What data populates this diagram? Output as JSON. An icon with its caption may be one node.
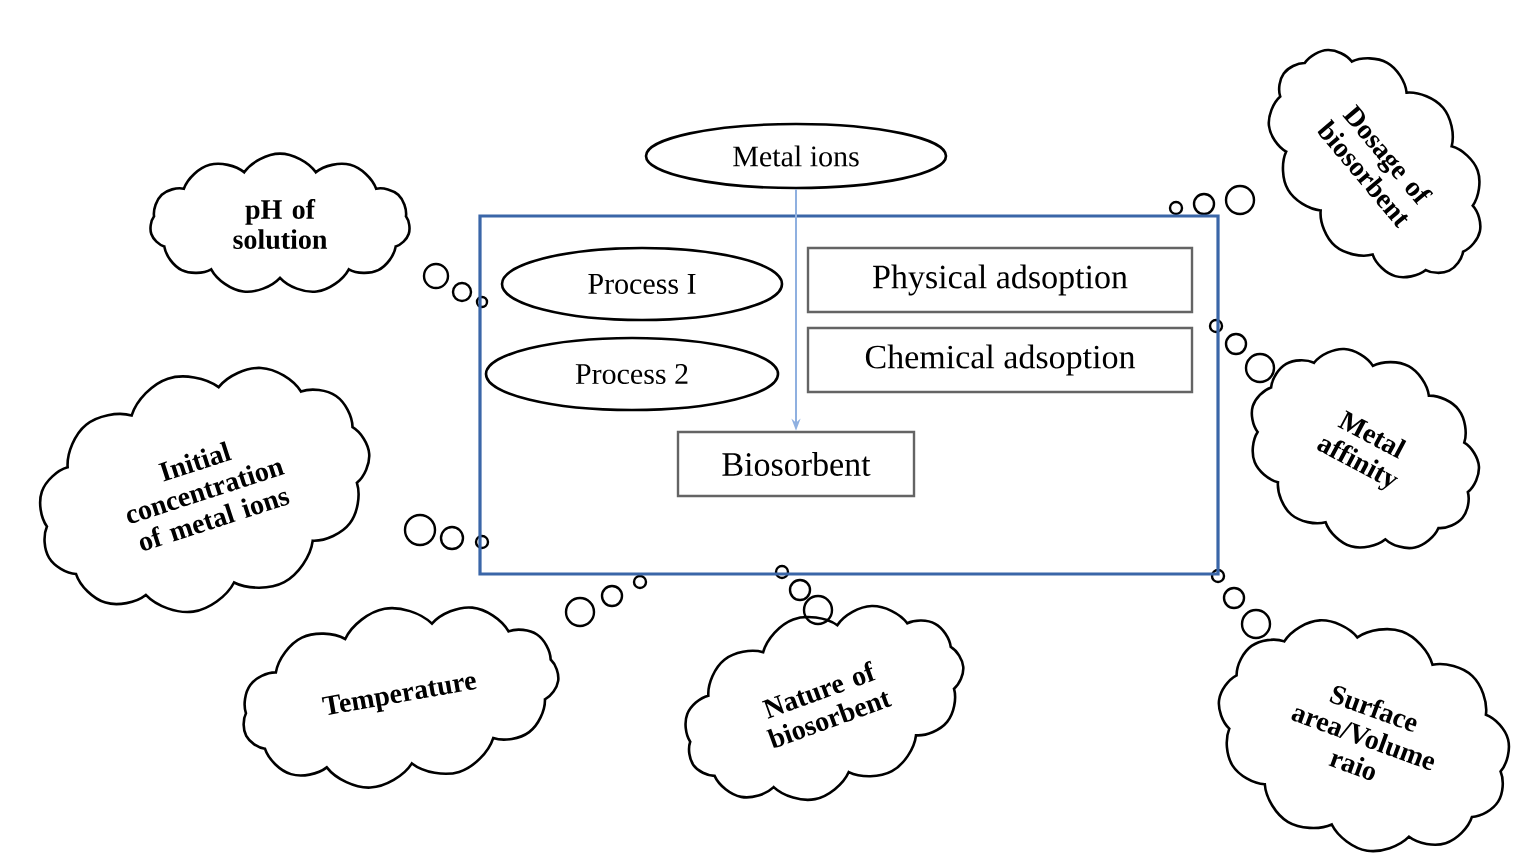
{
  "diagram": {
    "nodes": [
      {
        "text": [
          "Metal ions"
        ]
      },
      {
        "text": [],
        "shape": "box"
      },
      {
        "text": [
          "Process I"
        ],
        "in": 1
      },
      {
        "text": [
          "Process 2"
        ],
        "in": 1
      },
      {
        "text": [
          "Physical adsoption"
        ],
        "in": 1
      },
      {
        "text": [
          "Chemical adsoption"
        ],
        "in": 1
      },
      {
        "text": [
          "Biosorbent"
        ],
        "in": 1
      },
      {
        "text": [
          "pH of solution"
        ]
      },
      {
        "text": [
          "Initial concentration of metal ions"
        ]
      },
      {
        "text": [
          "Temperature"
        ]
      },
      {
        "text": [
          "Nature of biosorbent"
        ]
      },
      {
        "text": [
          "Dosage of biosorbent"
        ]
      },
      {
        "text": [
          "Metal affinity"
        ]
      },
      {
        "text": [
          "Surface area/Volume raio"
        ]
      }
    ],
    "edges": [
      {
        "from": 0,
        "to": 6,
        "arrow": "to",
        "color": "#8fb0e0"
      }
    ]
  }
}
